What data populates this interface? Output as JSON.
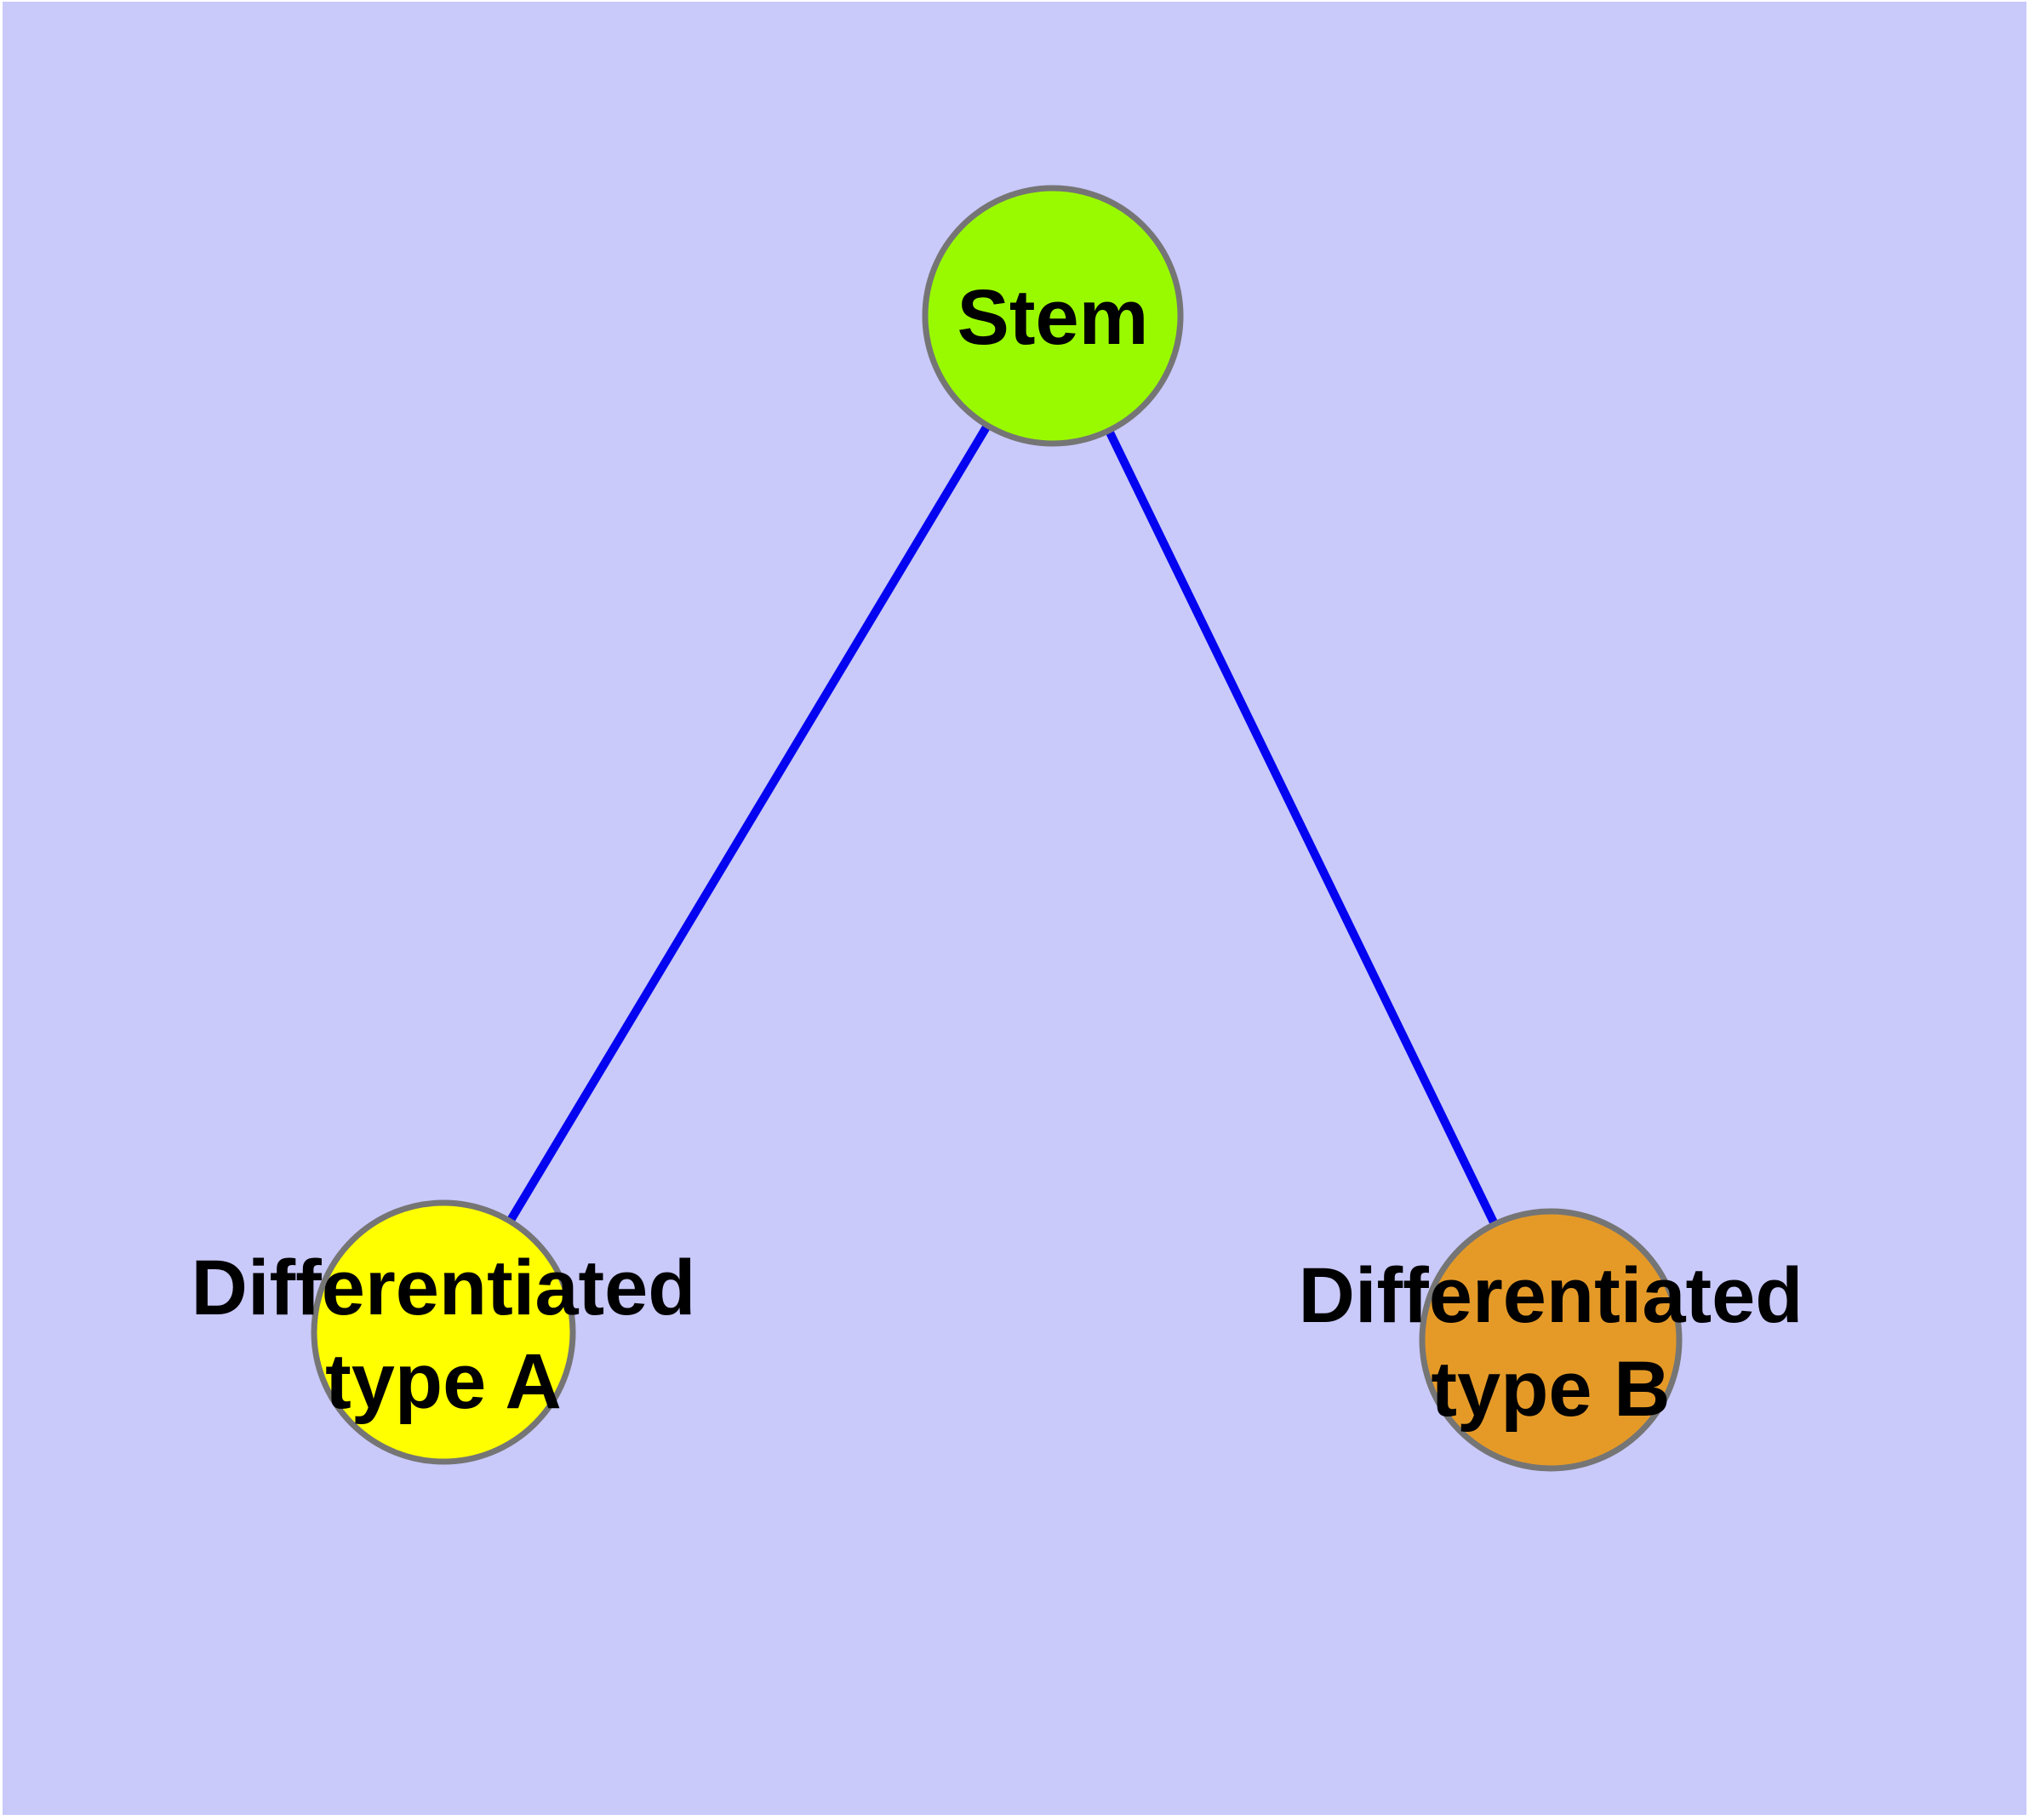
{
  "diagram": {
    "title": "Stem cell differentiation graph",
    "colors": {
      "canvas_background": "#c9c9fa",
      "page_margin": "#ffffff",
      "edge": "#0404f0",
      "node_border": "#757575",
      "label_text": "#000000"
    },
    "nodes": [
      {
        "id": "stem",
        "fill": "#99fa00",
        "label_lines": {
          "0": "Stem",
          "1": ""
        }
      },
      {
        "id": "type-a",
        "fill": "#ffff00",
        "label_lines": {
          "0": "Differentiated",
          "1": "type A"
        }
      },
      {
        "id": "type-b",
        "fill": "#e59a28",
        "label_lines": {
          "0": "Differentiated",
          "1": "type B"
        }
      }
    ],
    "edges": [
      {
        "id": "stem-to-type-a",
        "from": "stem",
        "to": "type-a"
      },
      {
        "id": "stem-to-type-b",
        "from": "stem",
        "to": "type-b"
      }
    ]
  }
}
